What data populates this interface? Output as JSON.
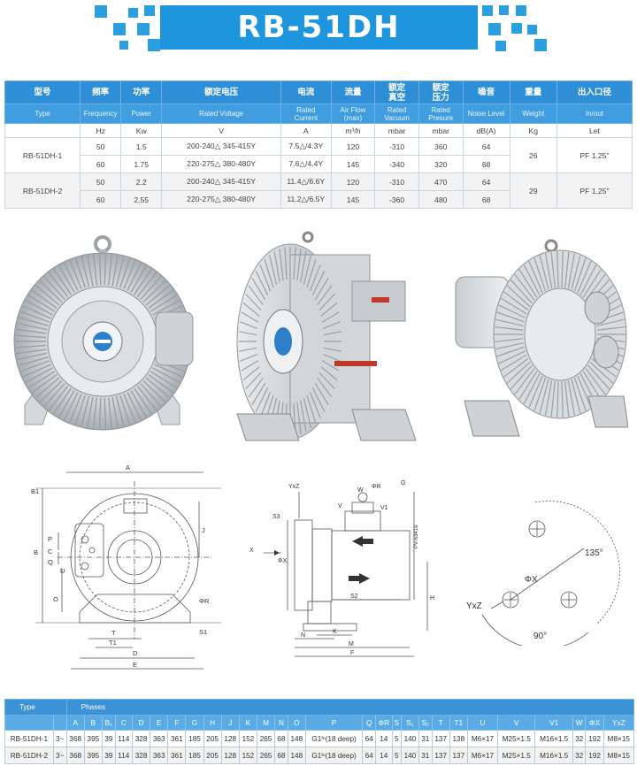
{
  "title": "RB-51DH",
  "spec_table": {
    "headers_cn": [
      "型号",
      "频率",
      "功率",
      "额定电压",
      "电流",
      "流量",
      "额定\n真空",
      "额定\n压力",
      "噪音",
      "重量",
      "出入口径"
    ],
    "headers_en": [
      "Type",
      "Frequency",
      "Power",
      "Rated Voltage",
      "Rated\nCurrent",
      "Air Flow\n(max)",
      "Rated\nVacuum",
      "Rated\nPresure",
      "Noise Level",
      "Weight",
      "In/out"
    ],
    "units": [
      "",
      "Hz",
      "Kw",
      "V",
      "A",
      "m³/h",
      "mbar",
      "mbar",
      "dB(A)",
      "Kg",
      "Let"
    ],
    "models": [
      {
        "type": "RB-51DH-1",
        "weight": "26",
        "inout": "PF 1.25\"",
        "rows": [
          {
            "freq": "50",
            "power": "1.5",
            "voltage": "200-240△ 345-415Y",
            "current": "7.5△/4.3Y",
            "flow": "120",
            "vacuum": "-310",
            "pressure": "360",
            "noise": "64"
          },
          {
            "freq": "60",
            "power": "1.75",
            "voltage": "220-275△ 380-480Y",
            "current": "7.6△/4.4Y",
            "flow": "145",
            "vacuum": "-340",
            "pressure": "320",
            "noise": "68"
          }
        ]
      },
      {
        "type": "RB-51DH-2",
        "weight": "29",
        "inout": "PF 1.25\"",
        "rows": [
          {
            "freq": "50",
            "power": "2.2",
            "voltage": "200-240△ 345-415Y",
            "current": "11.4△/6.6Y",
            "flow": "120",
            "vacuum": "-310",
            "pressure": "470",
            "noise": "64"
          },
          {
            "freq": "60",
            "power": "2.55",
            "voltage": "220-275△ 380-480Y",
            "current": "11.2△/6.5Y",
            "flow": "145",
            "vacuum": "-360",
            "pressure": "480",
            "noise": "68"
          }
        ]
      }
    ]
  },
  "drawing_labels": {
    "front": {
      "A": "A",
      "B": "B",
      "B1": "B1",
      "J": "J",
      "P": "P",
      "C": "C",
      "Q": "Q",
      "U": "U",
      "O": "O",
      "T": "T",
      "T1": "T1",
      "D": "D",
      "E": "E",
      "R": "ΦR",
      "S1": "S1"
    },
    "side": {
      "YxZ": "YxZ",
      "V": "V",
      "W": "W",
      "R": "ΦR",
      "G": "G",
      "S3": "S3",
      "V1": "V1",
      "X": "X",
      "phiX": "ΦX",
      "S2": "S2",
      "H": "H",
      "N": "N",
      "K": "K",
      "M": "M",
      "F": "F",
      "model_code": "PV-5341a"
    },
    "bolt": {
      "YxZ": "YxZ",
      "phiX": "ΦX",
      "angle1": "135°",
      "angle2": "90°"
    }
  },
  "dims_table": {
    "head_type": "Type",
    "head_phases": "Phases",
    "columns": [
      "A",
      "B",
      "B₁",
      "C",
      "D",
      "E",
      "F",
      "G",
      "H",
      "J",
      "K",
      "M",
      "N",
      "O",
      "P",
      "Q",
      "ΦR",
      "S",
      "S₁",
      "S₂",
      "T",
      "T1",
      "U",
      "V",
      "V1",
      "W",
      "ΦX",
      "YxZ"
    ],
    "rows": [
      {
        "type": "RB-51DH-1",
        "phases": "3~",
        "values": [
          "368",
          "395",
          "39",
          "114",
          "328",
          "363",
          "361",
          "185",
          "205",
          "128",
          "152",
          "265",
          "68",
          "148",
          "G1ᴵⁿ(18 deep)",
          "64",
          "14",
          "5",
          "140",
          "31",
          "137",
          "138",
          "M6×17",
          "M25×1.5",
          "M16×1.5",
          "32",
          "192",
          "M8×15"
        ]
      },
      {
        "type": "RB-51DH-2",
        "phases": "3~",
        "values": [
          "368",
          "395",
          "39",
          "114",
          "328",
          "363",
          "361",
          "185",
          "205",
          "128",
          "152",
          "265",
          "68",
          "148",
          "G1ᴵⁿ(18 deep)",
          "64",
          "14",
          "5",
          "140",
          "31",
          "137",
          "137",
          "M6×17",
          "M25×1.5",
          "M16×1.5",
          "32",
          "192",
          "M8×15"
        ]
      }
    ]
  },
  "colors": {
    "accent": "#1e95dc",
    "header": "#2e8fd6",
    "subheader": "#3f9de0"
  }
}
